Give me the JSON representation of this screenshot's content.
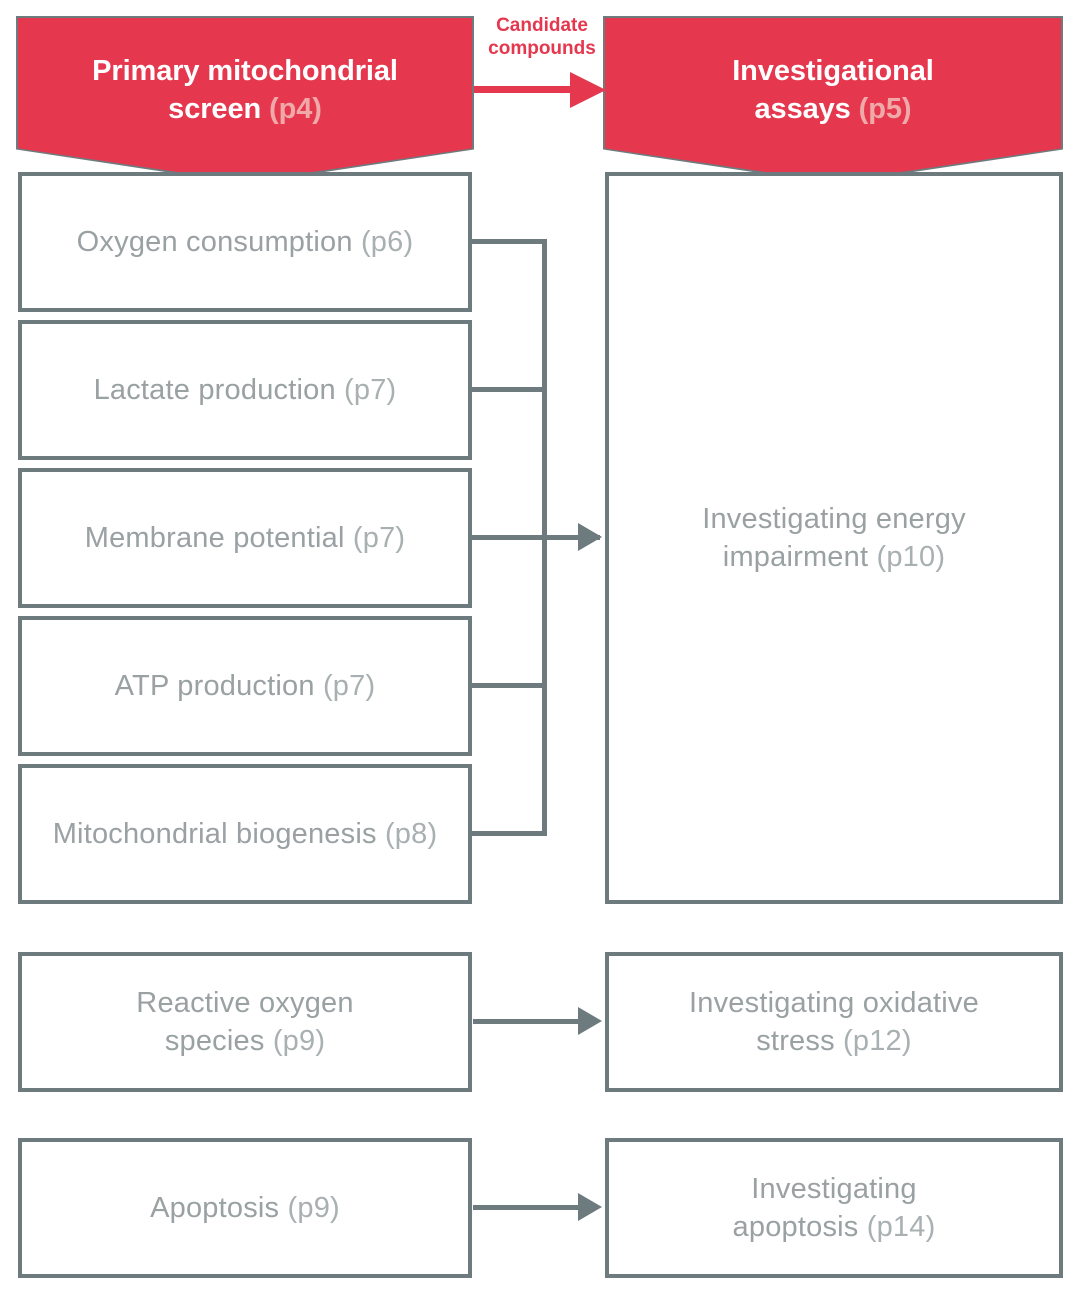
{
  "diagram": {
    "title_left": "Primary mitochondrial screen",
    "title_right": "Investigational assays"
  },
  "colors": {
    "accent_red": "#e5374e",
    "page_ref_on_red": "#f0a9a9",
    "box_border_gray": "#6e7b7e",
    "body_text_gray": "#9aa1a3",
    "background": "#ffffff"
  },
  "banners": {
    "left": {
      "line1": "Primary mitochondrial",
      "line2": "screen ",
      "page": "(p4)"
    },
    "right": {
      "line1": "Investigational",
      "line2": "assays ",
      "page": "(p5)"
    }
  },
  "flow_label": {
    "line1": "Candidate",
    "line2": "compounds"
  },
  "left_column": {
    "group_screen": [
      {
        "label": "Oxygen consumption ",
        "page": "(p6)"
      },
      {
        "label": "Lactate production ",
        "page": "(p7)"
      },
      {
        "label": "Membrane potential ",
        "page": "(p7)"
      },
      {
        "label": "ATP production ",
        "page": "(p7)"
      },
      {
        "label": "Mitochondrial biogenesis ",
        "page": "(p8)"
      }
    ],
    "group_ros": {
      "line1": "Reactive oxygen",
      "line2": "species ",
      "page": "(p9)"
    },
    "group_apoptosis": {
      "label": "Apoptosis ",
      "page": "(p9)"
    }
  },
  "right_column": {
    "energy": {
      "line1": "Investigating energy",
      "line2": "impairment ",
      "page": "(p10)"
    },
    "oxidative": {
      "line1": "Investigating oxidative",
      "line2": "stress ",
      "page": "(p12)"
    },
    "apoptosis": {
      "line1": "Investigating",
      "line2": "apoptosis ",
      "page": "(p14)"
    }
  }
}
